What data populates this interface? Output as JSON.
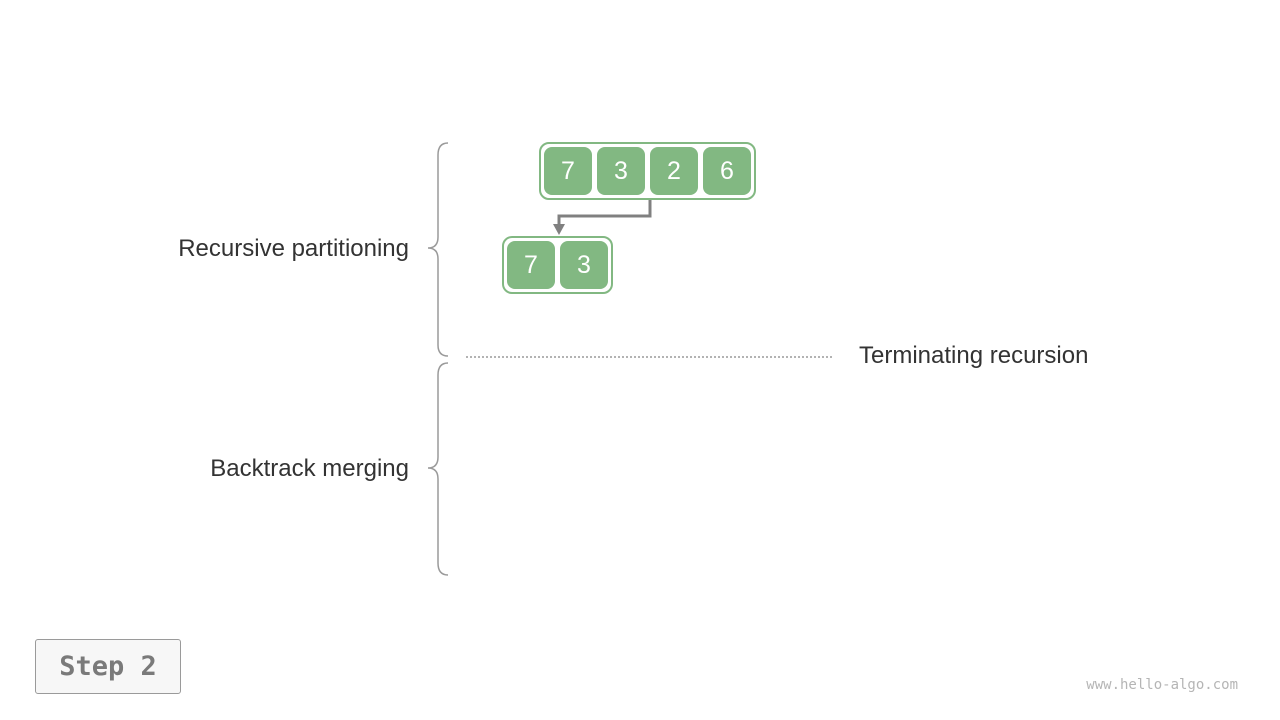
{
  "labels": {
    "recursive_partitioning": "Recursive partitioning",
    "backtrack_merging": "Backtrack merging",
    "terminating_recursion": "Terminating recursion"
  },
  "arrays": {
    "root": [
      "7",
      "3",
      "2",
      "6"
    ],
    "left_half": [
      "7",
      "3"
    ]
  },
  "step": "Step 2",
  "watermark": "www.hello-algo.com",
  "colors": {
    "cell_fill": "#82b882",
    "cell_border": "#82b882",
    "arrow": "#808080",
    "brace": "#9a9a9a",
    "dotted_line": "#9a9a9a"
  }
}
